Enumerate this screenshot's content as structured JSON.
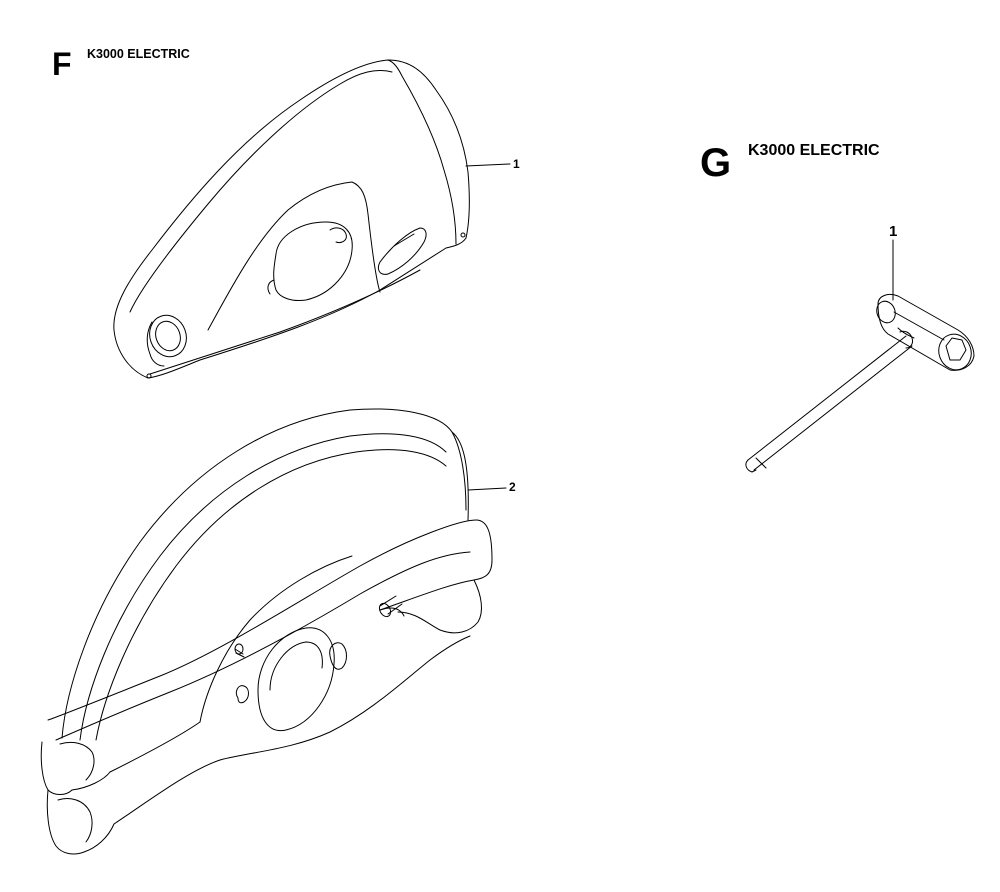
{
  "sections": [
    {
      "letter": "F",
      "title": "K3000 ELECTRIC",
      "callouts": [
        "1",
        "2"
      ]
    },
    {
      "letter": "G",
      "title": "K3000 ELECTRIC",
      "callouts": [
        "1"
      ]
    }
  ]
}
